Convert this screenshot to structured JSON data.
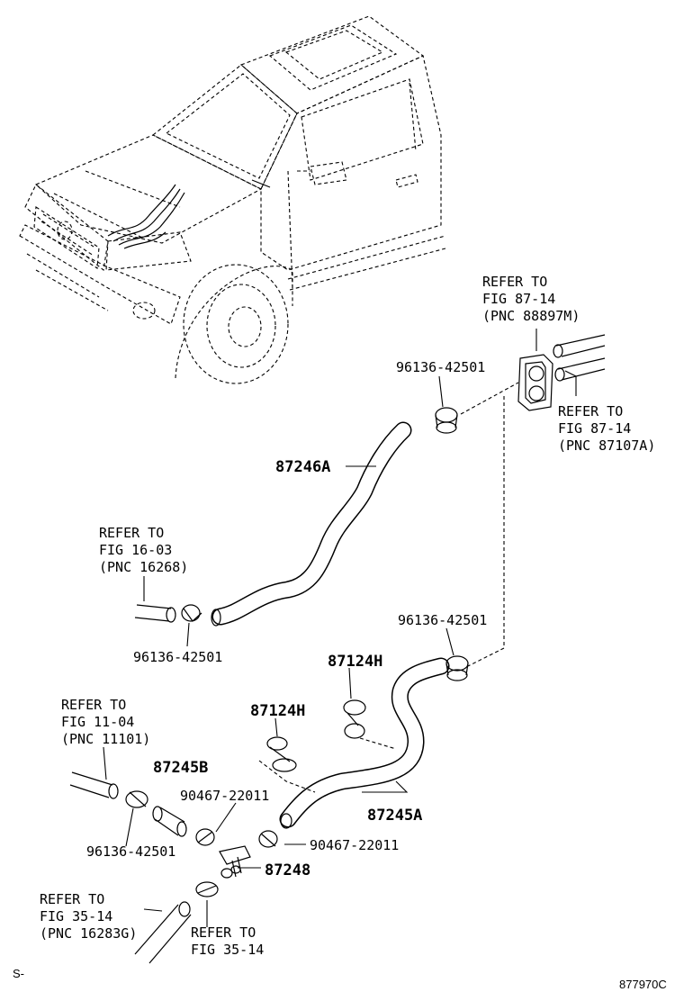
{
  "diagram_code": "877970C",
  "corner_mark": "S-",
  "refers": [
    {
      "id": "ref-87-14-a",
      "lines": [
        "REFER TO",
        "FIG 87-14",
        "(PNC 88897M)"
      ]
    },
    {
      "id": "ref-87-14-b",
      "lines": [
        "REFER TO",
        "FIG 87-14",
        "(PNC 87107A)"
      ]
    },
    {
      "id": "ref-16-03",
      "lines": [
        "REFER TO",
        "FIG 16-03",
        "(PNC 16268)"
      ]
    },
    {
      "id": "ref-11-04",
      "lines": [
        "REFER TO",
        "FIG 11-04",
        "(PNC 11101)"
      ]
    },
    {
      "id": "ref-35-14-a",
      "lines": [
        "REFER TO",
        "FIG 35-14",
        "(PNC 16283G)"
      ]
    },
    {
      "id": "ref-35-14-b",
      "lines": [
        "REFER TO",
        "FIG 35-14"
      ]
    }
  ],
  "parts": {
    "p1": "96136-42501",
    "p2": "96136-42501",
    "p3": "96136-42501",
    "p4": "96136-42501",
    "p5": "87246A",
    "p6": "87124H",
    "p7": "87124H",
    "p8": "87245B",
    "p9": "87245A",
    "p10": "90467-22011",
    "p11": "90467-22011",
    "p12": "87248"
  }
}
